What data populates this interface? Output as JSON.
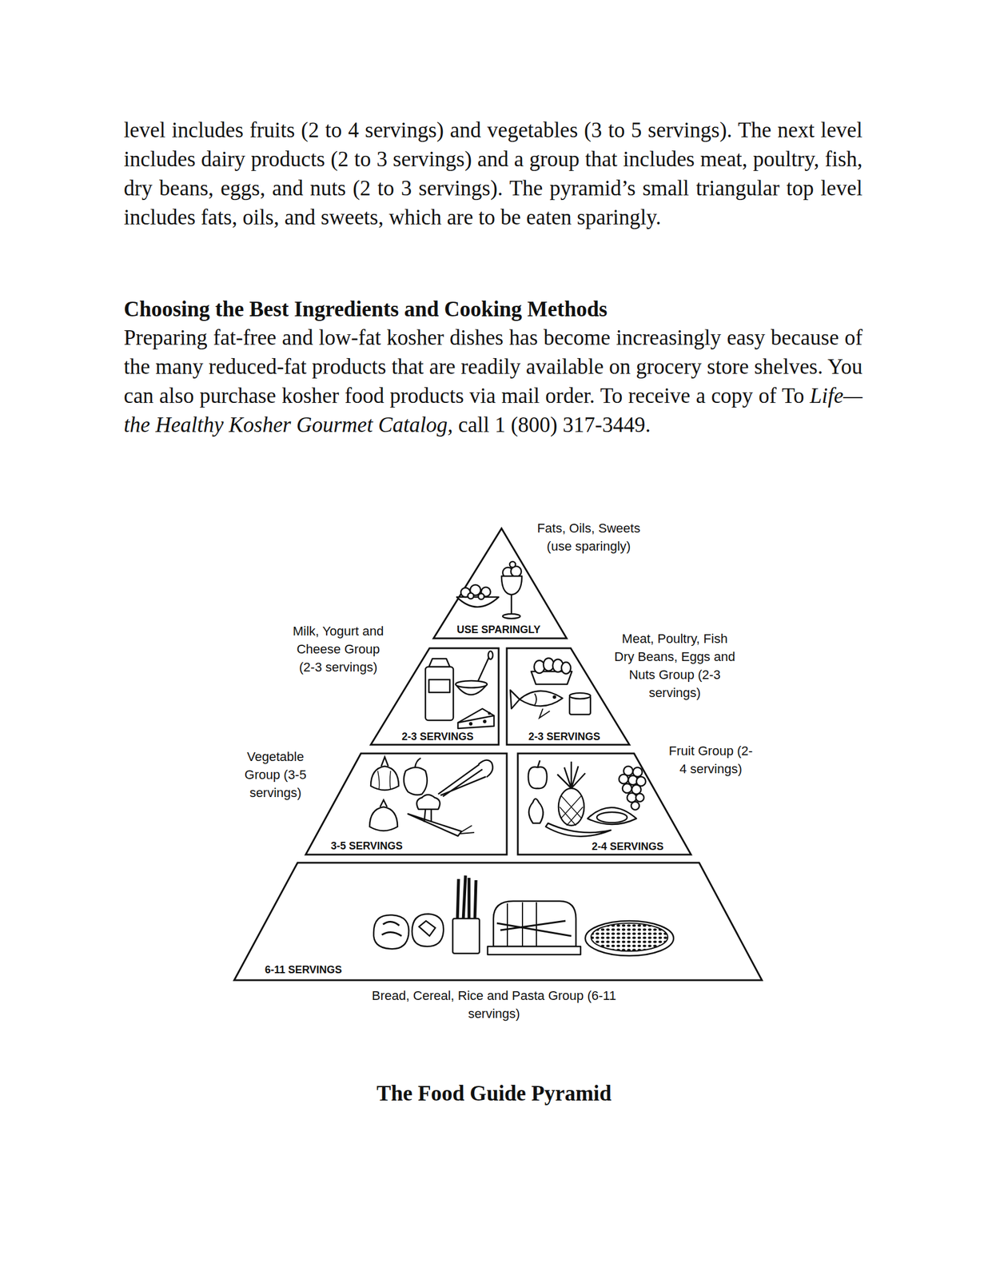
{
  "diagram": {
    "caption": "The Food Guide Pyramid",
    "nodes": [
      {
        "text": [
          "Fats, Oils, Sweets (use sparingly)",
          "USE SPARINGLY"
        ]
      },
      {
        "text": [
          "Milk, Yogurt and Cheese Group (2-3 servings)",
          "2-3 SERVINGS"
        ]
      },
      {
        "text": [
          "Meat, Poultry, Fish Dry Beans, Eggs and Nuts Group (2-3 servings)",
          "2-3 SERVINGS"
        ]
      },
      {
        "text": [
          "Vegetable Group (3-5 servings)",
          "3-5 SERVINGS"
        ]
      },
      {
        "text": [
          "Fruit Group (2-4 servings)",
          "2-4 SERVINGS"
        ]
      },
      {
        "text": [
          "Bread, Cereal, Rice and Pasta Group (6-11 servings)",
          "6-11 SERVINGS"
        ]
      }
    ],
    "labels": [
      "level includes fruits (2 to 4 servings) and vegetables (3 to 5 servings). The next level includes dairy products (2 to 3 servings) and a group that includes meat, poultry, fish, dry beans, eggs, and nuts (2 to 3 servings). The pyramid’s small triangular top level includes fats, oils, and sweets, which are to be eaten sparingly.",
      "Choosing the Best Ingredients and Cooking Methods",
      "Preparing fat-free and low-fat kosher dishes has become increasingly easy because of the many reduced-fat products that are readily available on grocery store shelves. You can also purchase kosher food products via mail order. To receive a copy of To",
      "Life—the Healthy Kosher Gourmet Catalog,",
      "call 1 (800) 317-3449."
    ]
  }
}
